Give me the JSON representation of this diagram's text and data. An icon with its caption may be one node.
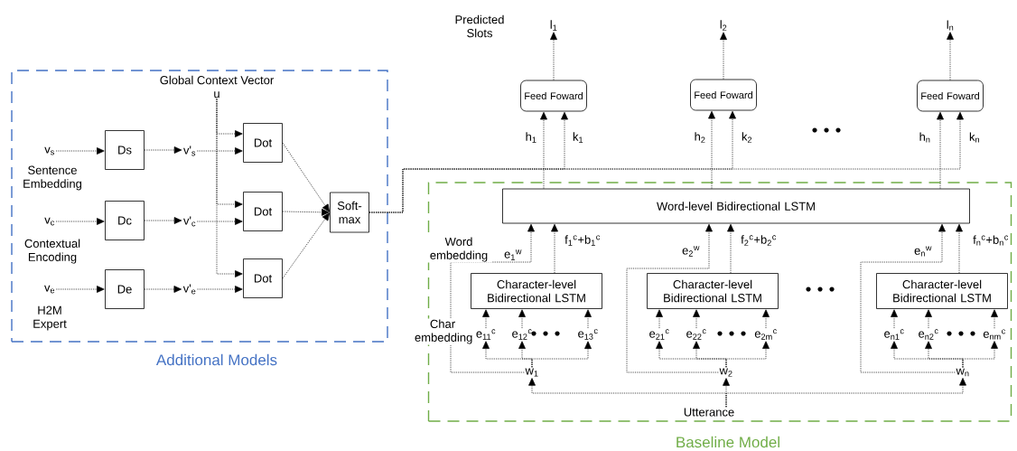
{
  "diagram": {
    "nodes": [
      {
        "text": [
          "Additional Models"
        ]
      },
      {
        "text": [
          "Baseline Model"
        ]
      },
      {
        "text": [
          "v$_{s}$"
        ],
        "beside": [
          "Sentence Embedding"
        ],
        "in": 0
      },
      {
        "text": [
          "Ds"
        ],
        "in": 0
      },
      {
        "text": [
          "v'$_{s}$"
        ],
        "in": 0
      },
      {
        "text": [
          "v$_{c}$"
        ],
        "beside": [
          "Contextual Encoding"
        ],
        "in": 0
      },
      {
        "text": [
          "Dc"
        ],
        "in": 0
      },
      {
        "text": [
          "v'$_{c}$"
        ],
        "in": 0
      },
      {
        "text": [
          "v$_{e}$"
        ],
        "beside": [
          "H2M Expert"
        ],
        "in": 0
      },
      {
        "text": [
          "De"
        ],
        "in": 0
      },
      {
        "text": [
          "v'$_{e}$"
        ],
        "in": 0
      },
      {
        "text": [
          "Global Context Vector",
          "u"
        ],
        "in": 0
      },
      {
        "text": [
          "Dot"
        ],
        "in": 0
      },
      {
        "text": [
          "Dot"
        ],
        "in": 0
      },
      {
        "text": [
          "Dot"
        ],
        "in": 0
      },
      {
        "text": [
          "Soft- max"
        ],
        "in": 0
      },
      {
        "text": [
          "l$_{1}$"
        ]
      },
      {
        "text": [
          "l$_{2}$"
        ]
      },
      {
        "text": [
          "l$_{n}$"
        ]
      },
      {
        "text": [
          "Feed Foward"
        ]
      },
      {
        "text": [
          "Feed Foward"
        ]
      },
      {
        "text": [
          "Feed Foward"
        ]
      },
      {
        "text": [
          "Word-level Bidirectional LSTM"
        ],
        "in": 1
      },
      {
        "text": [
          "Character-level Bidirectional LSTM"
        ],
        "in": 1
      },
      {
        "text": [
          "Character-level Bidirectional LSTM"
        ],
        "in": 1
      },
      {
        "text": [
          "Character-level Bidirectional LSTM"
        ],
        "in": 1
      },
      {
        "text": [
          "e$_{11}$$^{c}$"
        ],
        "in": 1
      },
      {
        "text": [
          "e$_{12}$$^{c}$"
        ],
        "in": 1
      },
      {
        "text": [
          "e$_{13}$$^{c}$"
        ],
        "in": 1
      },
      {
        "text": [
          "e$_{21}$$^{c}$"
        ],
        "in": 1
      },
      {
        "text": [
          "e$_{22}$$^{c}$"
        ],
        "in": 1
      },
      {
        "text": [
          "e$_{2m}$$^{c}$"
        ],
        "in": 1
      },
      {
        "text": [
          "e$_{n1}$$^{c}$"
        ],
        "in": 1
      },
      {
        "text": [
          "e$_{n2}$$^{c}$"
        ],
        "in": 1
      },
      {
        "text": [
          "e$_{nm}$$^{c}$"
        ],
        "in": 1
      },
      {
        "text": [
          "w$_{1}$"
        ],
        "in": 1
      },
      {
        "text": [
          "w$_{2}$"
        ],
        "in": 1
      },
      {
        "text": [
          "w$_{n}$"
        ],
        "in": 1
      },
      {
        "text": [
          "Utterance"
        ],
        "in": 1
      }
    ],
    "edges": [
      {
        "from": 2,
        "to": 3,
        "arrow": "to"
      },
      {
        "from": 3,
        "to": 4,
        "arrow": "to"
      },
      {
        "from": 4,
        "to": 12,
        "arrow": "to"
      },
      {
        "from": 11,
        "to": 12,
        "arrow": "to"
      },
      {
        "from": 11,
        "to": 13,
        "arrow": "to"
      },
      {
        "from": 11,
        "to": 14,
        "arrow": "to"
      },
      {
        "from": 5,
        "to": 6,
        "arrow": "to"
      },
      {
        "from": 6,
        "to": 7,
        "arrow": "to"
      },
      {
        "from": 7,
        "to": 13,
        "arrow": "to"
      },
      {
        "from": 8,
        "to": 9,
        "arrow": "to"
      },
      {
        "from": 9,
        "to": 10,
        "arrow": "to"
      },
      {
        "from": 10,
        "to": 14,
        "arrow": "to"
      },
      {
        "from": 12,
        "to": 15,
        "arrow": "to"
      },
      {
        "from": 13,
        "to": 15,
        "arrow": "to"
      },
      {
        "from": 14,
        "to": 15,
        "arrow": "to"
      },
      {
        "from": 15,
        "to": 19,
        "arrow": "to",
        "label": "k$_{1}$"
      },
      {
        "from": 15,
        "to": 20,
        "arrow": "to",
        "label": "k$_{2}$"
      },
      {
        "from": 15,
        "to": 21,
        "arrow": "to",
        "label": "k$_{n}$"
      },
      {
        "from": 19,
        "to": 16,
        "arrow": "to"
      },
      {
        "from": 20,
        "to": 17,
        "arrow": "to"
      },
      {
        "from": 21,
        "to": 18,
        "arrow": "to"
      },
      {
        "from": 22,
        "to": 19,
        "arrow": "to",
        "label": "h$_{1}$"
      },
      {
        "from": 22,
        "to": 20,
        "arrow": "to",
        "label": "h$_{2}$"
      },
      {
        "from": 22,
        "to": 21,
        "arrow": "to",
        "label": "h$_{n}$"
      },
      {
        "from": 23,
        "to": 22,
        "arrow": "to",
        "label": "f$_{1}$$^{c}$+b$_{1}$$^{c}$"
      },
      {
        "from": 24,
        "to": 22,
        "arrow": "to",
        "label": "f$_{2}$$^{c}$+b$_{2}$$^{c}$"
      },
      {
        "from": 25,
        "to": 22,
        "arrow": "to",
        "label": "f$_{n}$$^{c}$+b$_{n}$$^{c}$"
      },
      {
        "from": 35,
        "to": 22,
        "arrow": "to",
        "label": "e$_{1}$$^{w}$"
      },
      {
        "from": 36,
        "to": 22,
        "arrow": "to",
        "label": "e$_{2}$$^{w}$"
      },
      {
        "from": 37,
        "to": 22,
        "arrow": "to",
        "label": "e$_{n}$$^{w}$"
      },
      {
        "from": 26,
        "to": 23,
        "arrow": "to"
      },
      {
        "from": 27,
        "to": 23,
        "arrow": "to"
      },
      {
        "from": 28,
        "to": 23,
        "arrow": "to"
      },
      {
        "from": 29,
        "to": 24,
        "arrow": "to"
      },
      {
        "from": 30,
        "to": 24,
        "arrow": "to"
      },
      {
        "from": 31,
        "to": 24,
        "arrow": "to"
      },
      {
        "from": 32,
        "to": 25,
        "arrow": "to"
      },
      {
        "from": 33,
        "to": 25,
        "arrow": "to"
      },
      {
        "from": 34,
        "to": 25,
        "arrow": "to"
      },
      {
        "from": 35,
        "to": 26,
        "arrow": "to"
      },
      {
        "from": 35,
        "to": 27,
        "arrow": "to"
      },
      {
        "from": 35,
        "to": 28,
        "arrow": "to"
      },
      {
        "from": 36,
        "to": 29,
        "arrow": "to"
      },
      {
        "from": 36,
        "to": 30,
        "arrow": "to"
      },
      {
        "from": 36,
        "to": 31,
        "arrow": "to"
      },
      {
        "from": 37,
        "to": 32,
        "arrow": "to"
      },
      {
        "from": 37,
        "to": 33,
        "arrow": "to"
      },
      {
        "from": 37,
        "to": 34,
        "arrow": "to"
      },
      {
        "from": 38,
        "to": 35,
        "arrow": "to"
      },
      {
        "from": 38,
        "to": 36,
        "arrow": "to"
      },
      {
        "from": 38,
        "to": 37,
        "arrow": "to"
      }
    ],
    "labels": [
      "Predicted Slots",
      "Word embedding",
      "Char embedding"
    ]
  }
}
